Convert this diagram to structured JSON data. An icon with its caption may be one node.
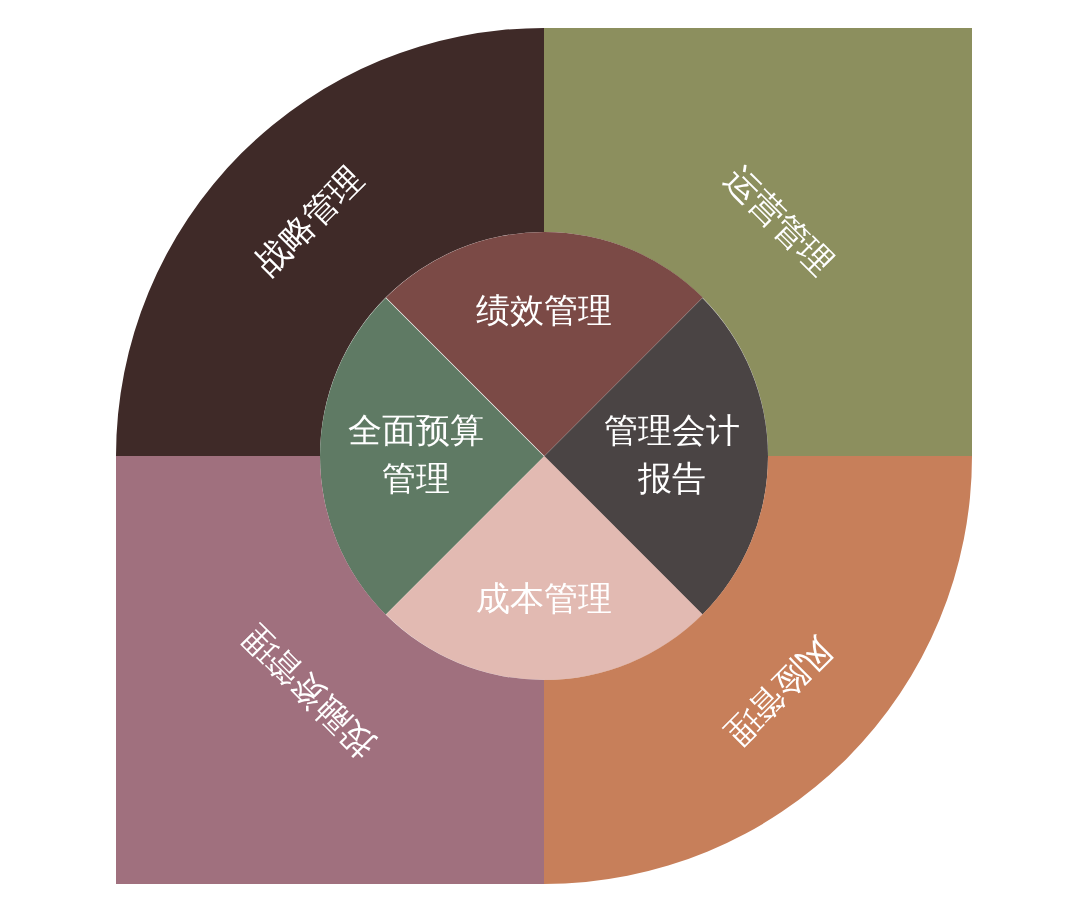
{
  "diagram": {
    "nodes": [
      {
        "text": [
          "战略管理"
        ]
      },
      {
        "text": [
          "运营管理"
        ]
      },
      {
        "text": [
          "绩效管理"
        ]
      },
      {
        "text": [
          "全面预算管理"
        ]
      },
      {
        "text": [
          "管理会计报告"
        ]
      },
      {
        "text": [
          "成本管理"
        ]
      },
      {
        "text": [
          "投融资管理"
        ]
      },
      {
        "text": [
          "风险管理"
        ]
      }
    ]
  }
}
